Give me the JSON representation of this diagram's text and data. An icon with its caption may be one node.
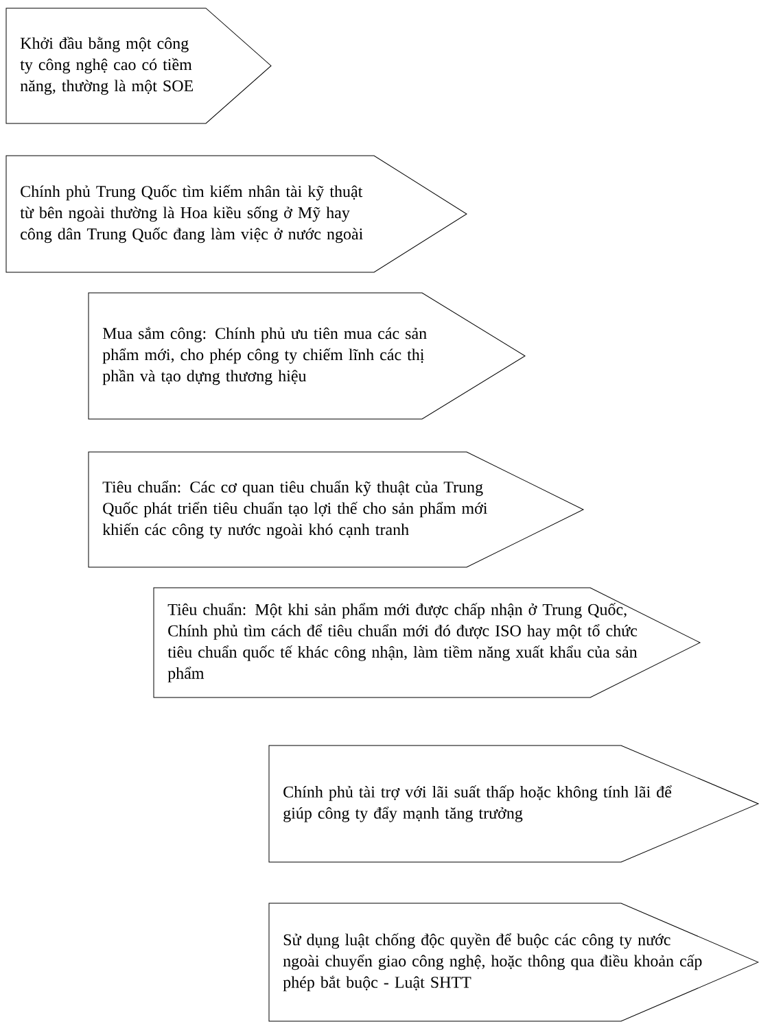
{
  "diagram": {
    "nodes": [
      {
        "text": [
          "Khởi đầu bằng một công ty công nghệ cao có tiềm năng, thường là một SOE"
        ]
      },
      {
        "text": [
          "Chính phủ Trung Quốc tìm kiếm nhân tài kỹ thuật từ bên ngoài thường là Hoa kiều sống ở Mỹ hay công dân Trung Quốc đang làm việc ở nước ngoài"
        ]
      },
      {
        "text": [
          "Mua sắm công: Chính phủ ưu tiên mua các sản phẩm mới, cho phép công ty chiếm lĩnh các thị phần và tạo dựng thương hiệu"
        ]
      },
      {
        "text": [
          "Tiêu chuẩn: Các cơ quan tiêu chuẩn kỹ thuật của Trung Quốc phát triển tiêu chuẩn tạo lợi thế cho sản phẩm mới khiến các công ty nước ngoài khó cạnh tranh"
        ]
      },
      {
        "text": [
          "Tiêu chuẩn: Một khi sản phẩm mới được chấp nhận ở Trung Quốc, Chính phủ tìm cách để tiêu chuẩn mới đó được ISO hay một tổ chức tiêu chuẩn quốc tế khác công nhận, làm tiềm năng xuất khẩu của sản phẩm"
        ]
      },
      {
        "text": [
          "Chính phủ tài trợ với lãi suất thấp hoặc không tính lãi để giúp công ty đẩy mạnh tăng trưởng"
        ]
      },
      {
        "text": [
          "Sử dụng luật chống độc quyền để buộc các công ty nước ngoài chuyển giao công nghệ, hoặc thông qua điều khoản cấp phép bắt buộc - Luật SHTT"
        ]
      }
    ]
  }
}
